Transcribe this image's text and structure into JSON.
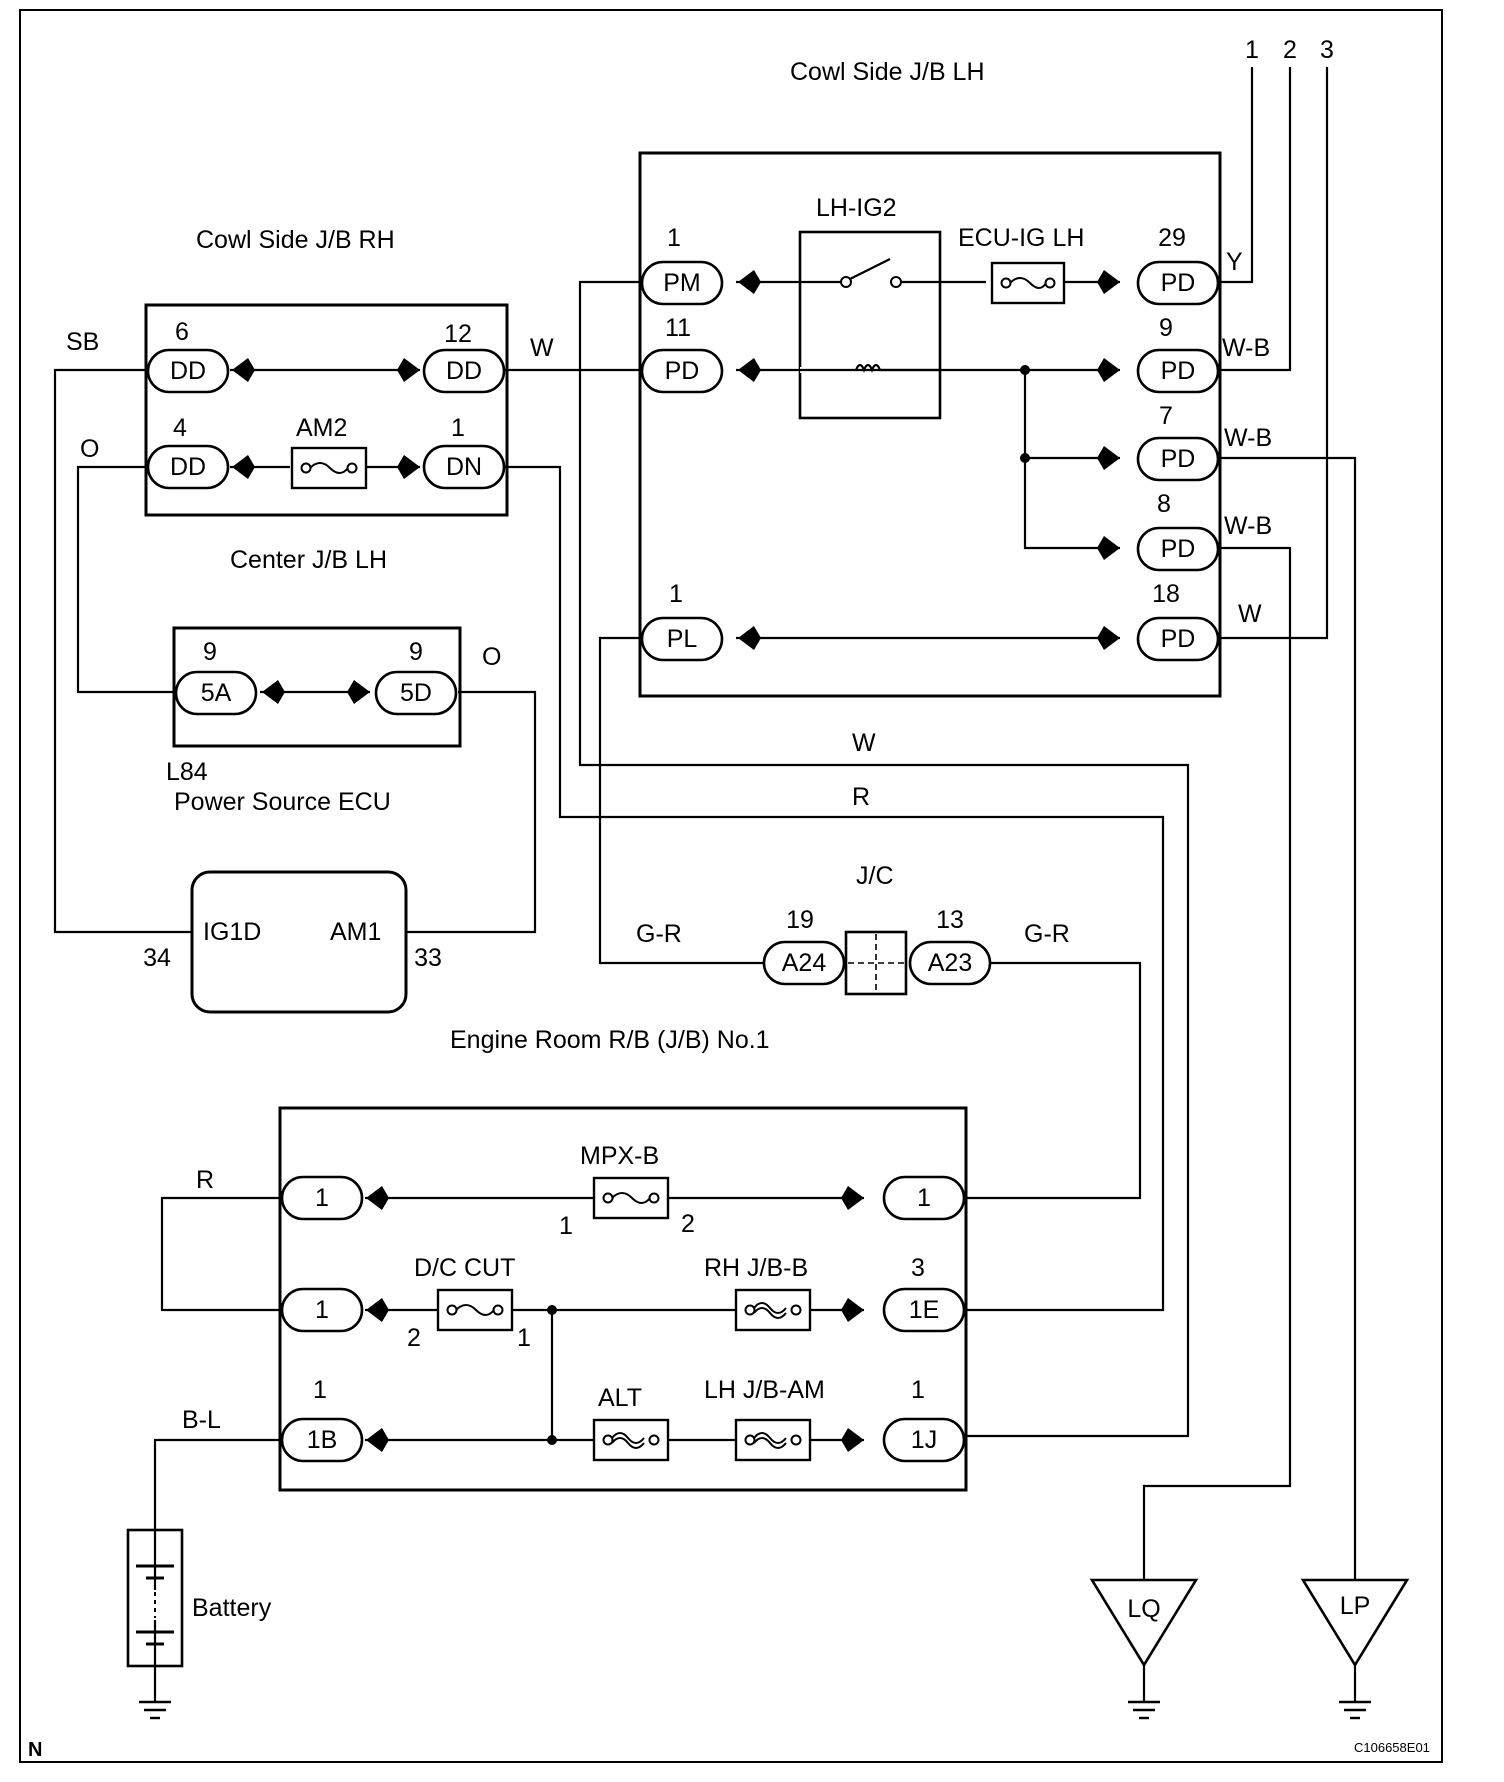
{
  "labels": {
    "cowl_lh": "Cowl Side J/B LH",
    "cowl_rh": "Cowl Side J/B RH",
    "center_jb": "Center J/B LH",
    "ecu_code": "L84",
    "ecu_name": "Power Source ECU",
    "jc": "J/C",
    "engine_rb": "Engine Room R/B (J/B) No.1",
    "battery": "Battery",
    "north": "N",
    "doc_code": "C106658E01"
  },
  "outputs": [
    "1",
    "2",
    "3"
  ],
  "components": {
    "relay": "LH-IG2",
    "ecu_ig": "ECU-IG LH",
    "am2": "AM2",
    "mpx": "MPX-B",
    "dc_cut": "D/C CUT",
    "rh_jb_b": "RH J/B-B",
    "alt": "ALT",
    "lh_jb_am": "LH J/B-AM"
  },
  "connectors": {
    "pm": "PM",
    "pd": "PD",
    "pl": "PL",
    "dd": "DD",
    "dn": "DN",
    "a5": "5A",
    "d5": "5D",
    "a24": "A24",
    "a23": "A23",
    "one": "1",
    "e1": "1E",
    "b1": "1B",
    "j1": "1J",
    "ig1d": "IG1D",
    "am1": "AM1"
  },
  "pins": {
    "pm": "1",
    "pd11": "11",
    "pl": "1",
    "pd29": "29",
    "pd9": "9",
    "pd7": "7",
    "pd8": "8",
    "pd18": "18",
    "dd6": "6",
    "dd12": "12",
    "dd4": "4",
    "dn1": "1",
    "a5": "9",
    "d5": "9",
    "ig1d": "34",
    "am1": "33",
    "a24": "19",
    "a23": "13",
    "mpx_in": "1",
    "mpx_out": "2",
    "dc_out": "2",
    "dc_in": "1",
    "e1": "3",
    "b1": "1",
    "j1": "1"
  },
  "wires": {
    "y": "Y",
    "wb": "W-B",
    "w": "W",
    "sb": "SB",
    "o": "O",
    "r": "R",
    "gr": "G-R",
    "bl": "B-L"
  },
  "grounds": {
    "lq": "LQ",
    "lp": "LP"
  }
}
